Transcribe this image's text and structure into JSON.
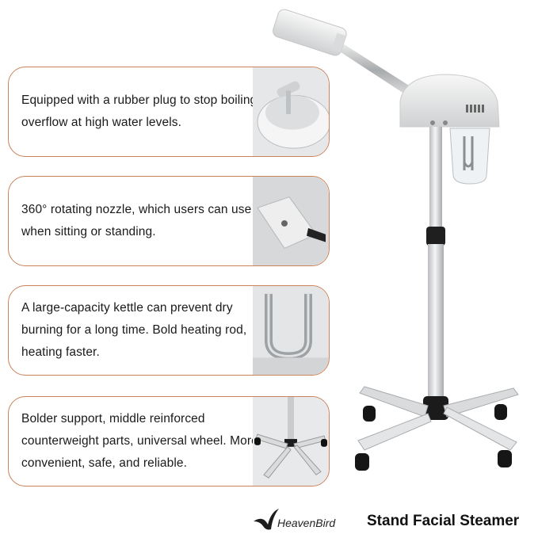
{
  "features": [
    {
      "text": "Equipped with a rubber plug to stop boiling overflow at high water levels.",
      "image_icon": "rubber-plug-icon"
    },
    {
      "text": "360° rotating nozzle, which users can use when sitting or standing.",
      "image_icon": "rotating-nozzle-icon"
    },
    {
      "text": "A large-capacity kettle can prevent dry burning for a long time. Bold heating rod, heating faster.",
      "image_icon": "heating-rod-icon"
    },
    {
      "text": "Bolder support, middle reinforced counterweight parts, universal wheel. More convenient, safe, and reliable.",
      "image_icon": "wheel-base-icon"
    }
  ],
  "brand": {
    "name": "HeavenBird",
    "logo_icon": "heavenbird-logo-icon"
  },
  "product": {
    "title": "Stand Facial Steamer",
    "image_icon": "facial-steamer-icon"
  },
  "colors": {
    "card_border": "#c9825a",
    "text": "#1a1a1a",
    "product_body": "#e9e9e9",
    "pole": "#d4d6d8",
    "base_dark": "#1b1b1b"
  }
}
